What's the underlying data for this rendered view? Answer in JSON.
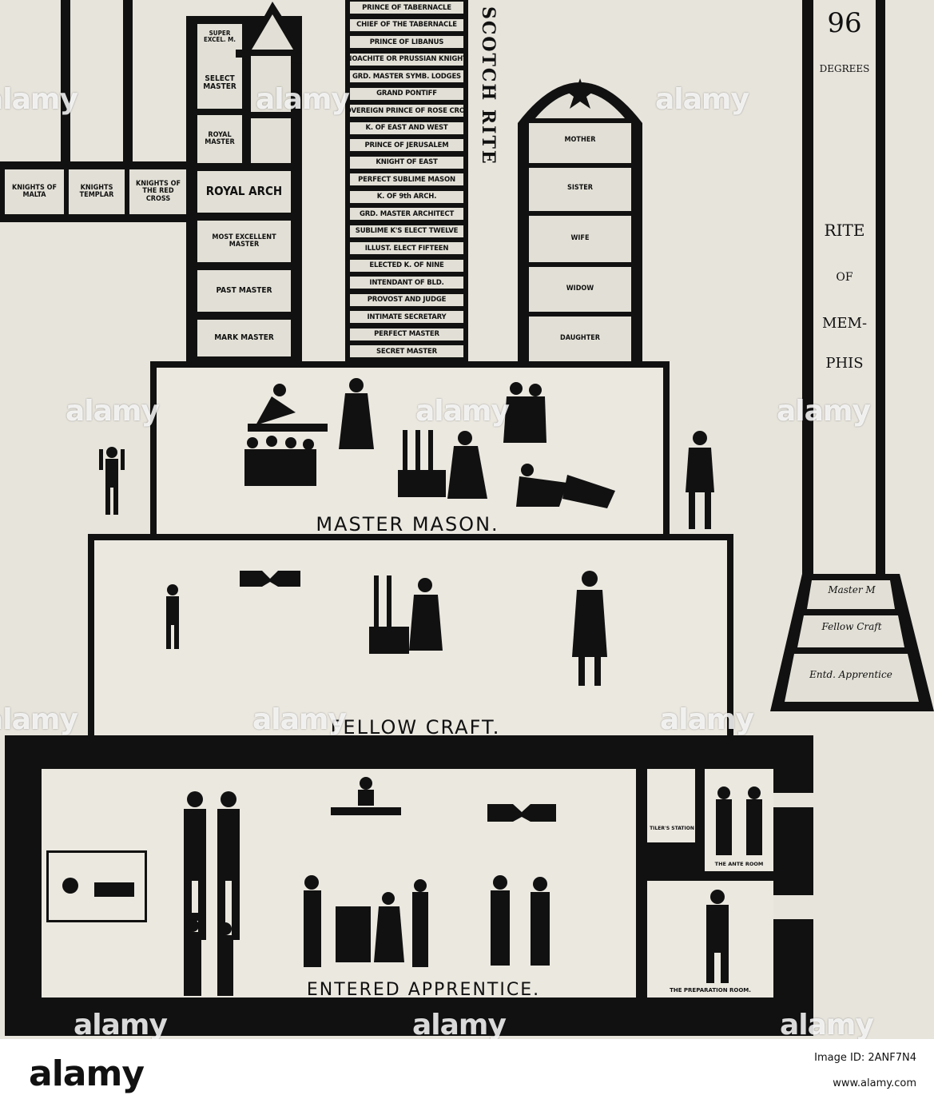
{
  "palette": {
    "ink": "#111111",
    "paper": "#e7e4dc",
    "cell": "#e2e0d6",
    "footer_bg": "#ffffff"
  },
  "memphis": {
    "degrees_number": "96",
    "degrees_word": "DEGREES",
    "rite_words": [
      "RITE",
      "OF",
      "MEM-",
      "PHIS"
    ],
    "base_levels": [
      "Master M",
      "Fellow Craft",
      "Entd. Apprentice"
    ]
  },
  "knights": [
    "KNIGHTS OF MALTA",
    "KNIGHTS TEMPLAR",
    "KNIGHTS OF THE RED CROSS"
  ],
  "york_rite": [
    "SUPER EXCEL. M.",
    "SELECT MASTER",
    "ROYAL MASTER",
    "ROYAL ARCH",
    "MOST EXCELLENT MASTER",
    "PAST MASTER",
    "MARK MASTER"
  ],
  "scotch_rite": {
    "title": "SCOTCH RITE",
    "degrees": [
      "PRINCE OF TABERNACLE",
      "CHIEF OF THE TABERNACLE",
      "PRINCE OF LIBANUS",
      "NOACHITE OR PRUSSIAN KNIGHT",
      "GRD. MASTER SYMB. LODGES",
      "GRAND PONTIFF",
      "SOVEREIGN PRINCE OF ROSE CROIX",
      "K. OF EAST AND WEST",
      "PRINCE OF JERUSALEM",
      "KNIGHT OF EAST",
      "PERFECT SUBLIME MASON",
      "K. OF 9th ARCH.",
      "GRD. MASTER ARCHITECT",
      "SUBLIME K'S ELECT TWELVE",
      "ILLUST. ELECT FIFTEEN",
      "ELECTED K. OF NINE",
      "INTENDANT OF BLD.",
      "PROVOST AND JUDGE",
      "INTIMATE SECRETARY",
      "PERFECT MASTER",
      "SECRET MASTER"
    ]
  },
  "eastern_star": [
    "MOTHER",
    "SISTER",
    "WIFE",
    "WIDOW",
    "DAUGHTER"
  ],
  "lodge_floors": {
    "master": "MASTER MASON.",
    "fellow": "FELLOW CRAFT.",
    "entered": "ENTERED APPRENTICE."
  },
  "rooms": {
    "tilers": "TILER'S STATION",
    "ante": "THE ANTE ROOM",
    "preparation": "THE PREPARATION ROOM."
  },
  "watermark_text": "alamy",
  "footer": {
    "logo": "alamy",
    "image_id_line": "Image ID: 2ANF7N4",
    "url": "www.alamy.com"
  }
}
